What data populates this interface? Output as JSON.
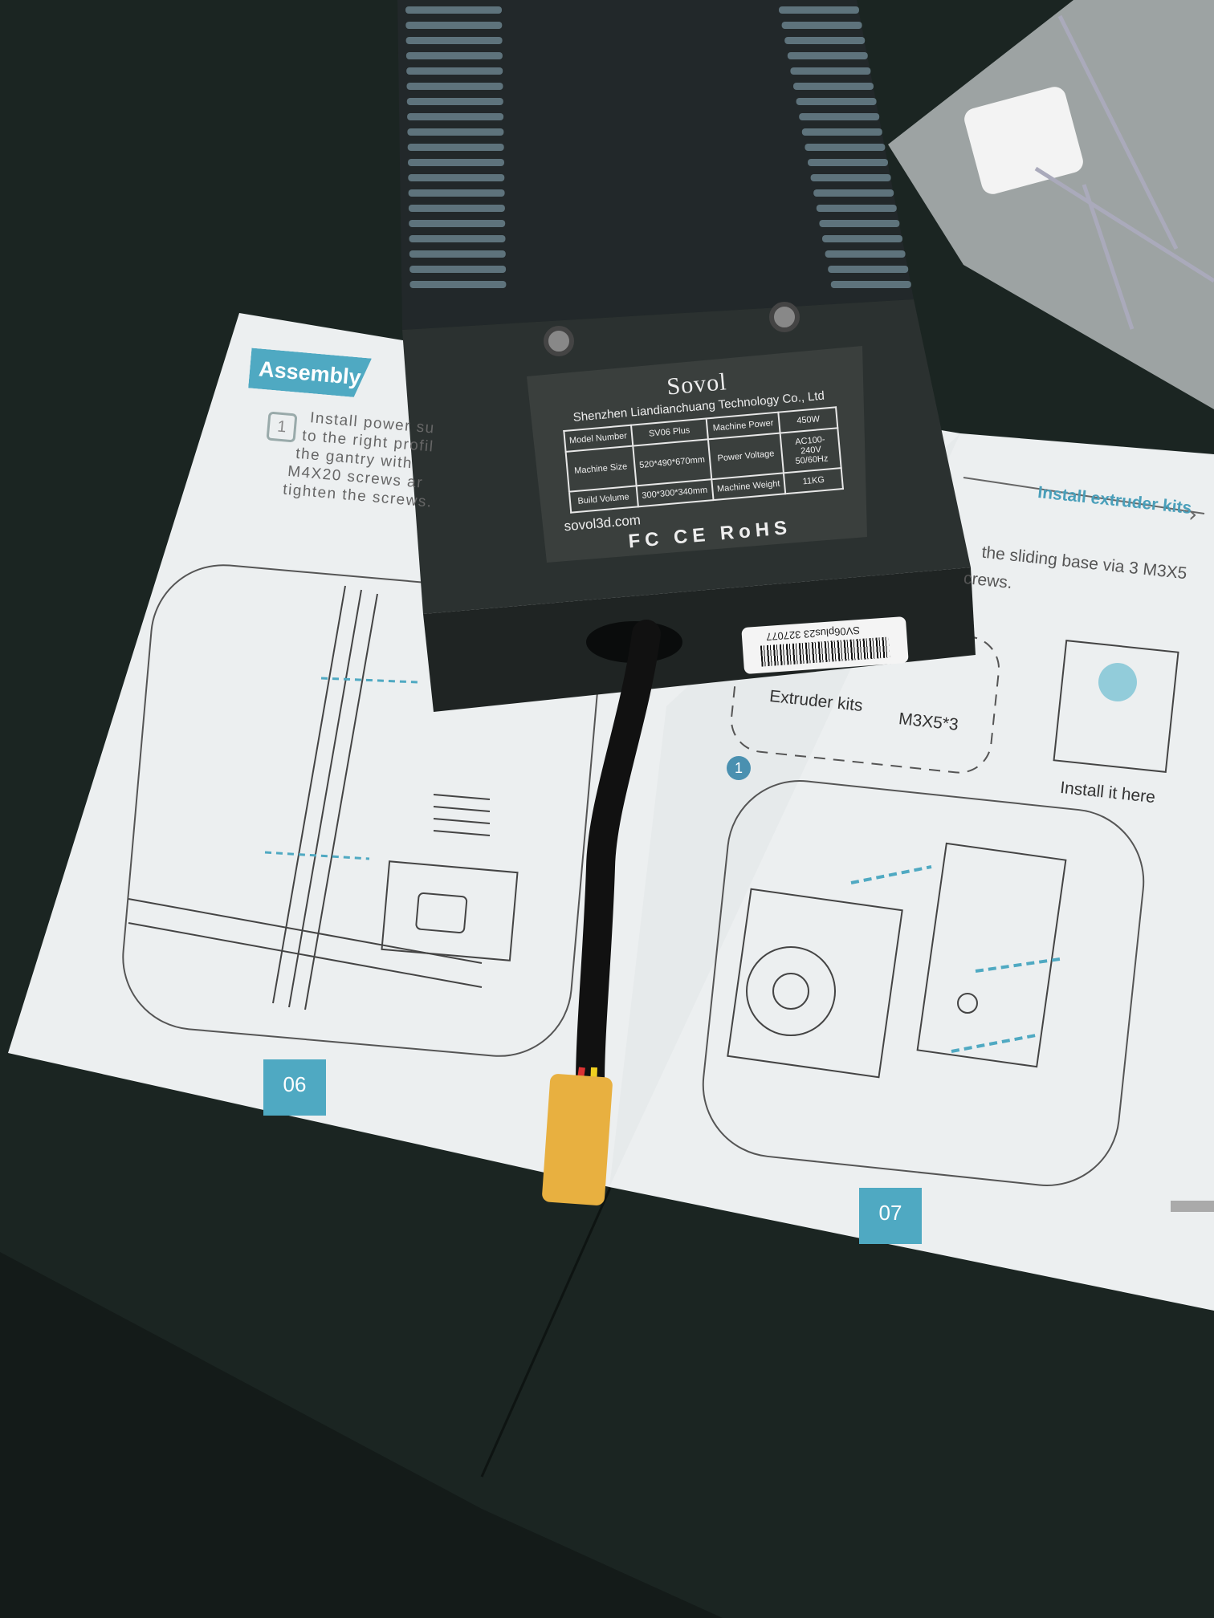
{
  "psu_label": {
    "brand": "Sovol",
    "company": "Shenzhen Liandianchuang Technology Co., Ltd",
    "specs": [
      {
        "k1": "Model Number",
        "v1": "SV06 Plus",
        "k2": "Machine Power",
        "v2": "450W"
      },
      {
        "k1": "Machine Size",
        "v1": "520*490*670mm",
        "k2": "Power Voltage",
        "v2": "AC100-240V 50/60Hz"
      },
      {
        "k1": "Build Volume",
        "v1": "300*300*340mm",
        "k2": "Machine Weight",
        "v2": "11KG"
      }
    ],
    "website": "sovol3d.com",
    "marks": "FC CE RoHS"
  },
  "barcode_text": "SV06plus23 327077",
  "left_page": {
    "section": "Assembly",
    "step_number": "1",
    "step_lines": [
      "Install power su",
      "to the right profil",
      "the gantry with",
      "M4X20 screws ar",
      "tighten the screws."
    ],
    "page_number": "06"
  },
  "right_page": {
    "section": "Install extruder kits",
    "step_lines": [
      "the sliding base via 3 M3X5",
      "crews."
    ],
    "part_extruder": "Extruder kits",
    "part_screws": "M3X5*3",
    "install_hint": "Install it here",
    "step_number": "1",
    "page_number": "07"
  },
  "colors": {
    "table": "#1b2522",
    "paper": "#ecefef",
    "accent": "#4fa9c2",
    "psu": "#2a302e"
  }
}
